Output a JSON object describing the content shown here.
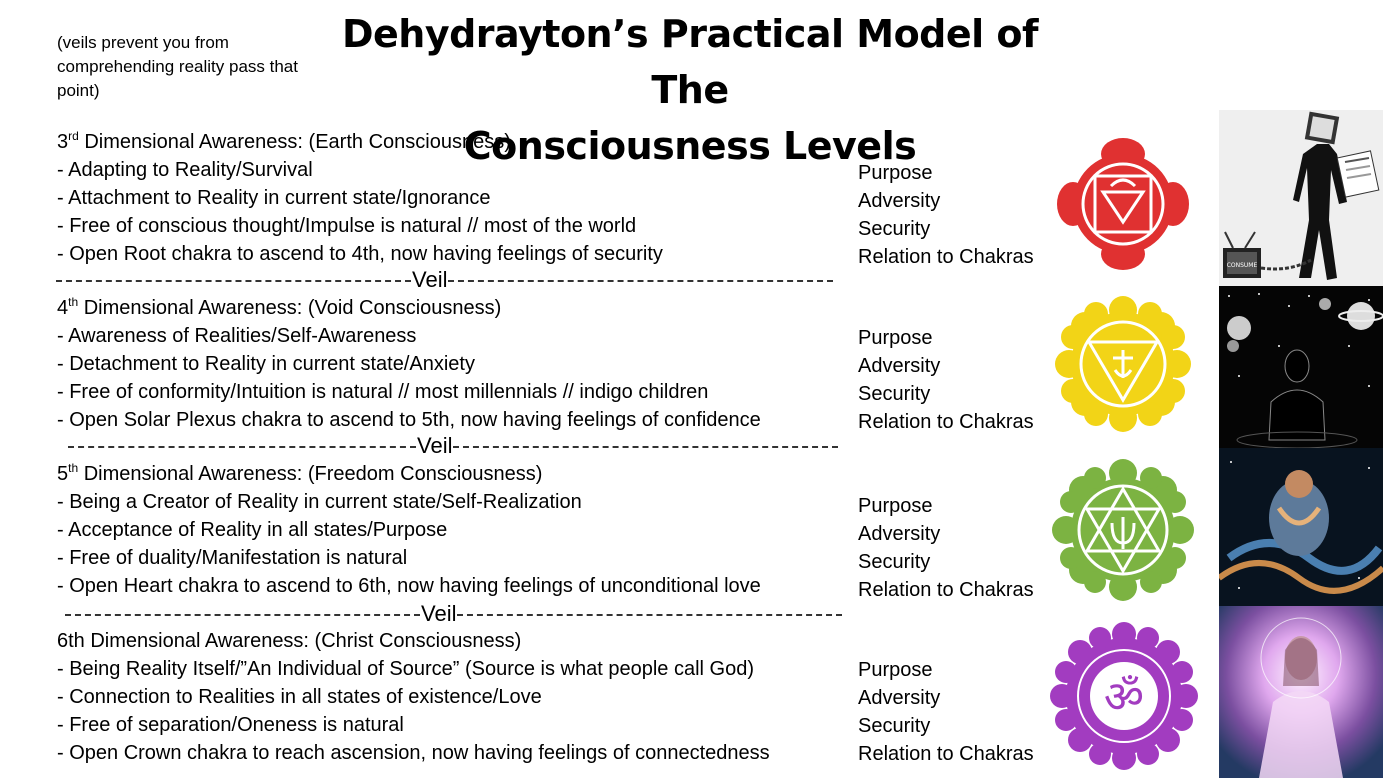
{
  "note": "(veils prevent you from comprehending reality pass that point)",
  "title_line1": "Dehydrayton’s Practical Model of The",
  "title_line2": "Consciousness Levels",
  "veil_label": "Veil",
  "side_labels": [
    "Purpose",
    "Adversity",
    "Security",
    "Relation to Chakras"
  ],
  "levels": [
    {
      "num": "3",
      "sup": "rd",
      "heading_rest": " Dimensional Awareness: (Earth Consciousness)",
      "lines": [
        "- Adapting to Reality/Survival",
        "- Attachment to Reality in current state/Ignorance",
        "- Free of conscious thought/Impulse is natural // most of the world",
        "- Open Root chakra to ascend to 4th, now having feelings of security"
      ],
      "chakra": "Root",
      "color": "#e03131"
    },
    {
      "num": "4",
      "sup": "th",
      "heading_rest": " Dimensional Awareness: (Void Consciousness)",
      "lines": [
        "- Awareness of Realities/Self-Awareness",
        "- Detachment to Reality in current state/Anxiety",
        "- Free of conformity/Intuition is natural // most millennials // indigo children",
        "- Open Solar Plexus chakra to ascend to 5th, now having feelings of confidence"
      ],
      "chakra": "Solar Plexus",
      "color": "#f2d417"
    },
    {
      "num": "5",
      "sup": "th",
      "heading_rest": " Dimensional Awareness: (Freedom Consciousness)",
      "lines": [
        "- Being a Creator of Reality in current state/Self-Realization",
        "- Acceptance of Reality in all states/Purpose",
        "- Free of duality/Manifestation is natural",
        "- Open Heart chakra to ascend to 6th, now having feelings of unconditional love"
      ],
      "chakra": "Heart",
      "color": "#7cb342"
    },
    {
      "num": "",
      "sup": "",
      "heading_rest": "6th Dimensional Awareness: (Christ Consciousness)",
      "lines": [
        "- Being Reality Itself/”An Individual of Source” (Source is what people call God)",
        "- Connection to Realities in all states of existence/Love",
        "- Free of separation/Oneness is natural",
        "- Open Crown chakra to reach ascension, now having feelings of connectedness"
      ],
      "chakra": "Crown",
      "color": "#a23cc0"
    }
  ],
  "photos": [
    {
      "name": "consume-tv-photo",
      "sign_text": "CONSUME"
    },
    {
      "name": "void-space-photo"
    },
    {
      "name": "cosmic-embrace-photo"
    },
    {
      "name": "christ-light-photo"
    }
  ]
}
